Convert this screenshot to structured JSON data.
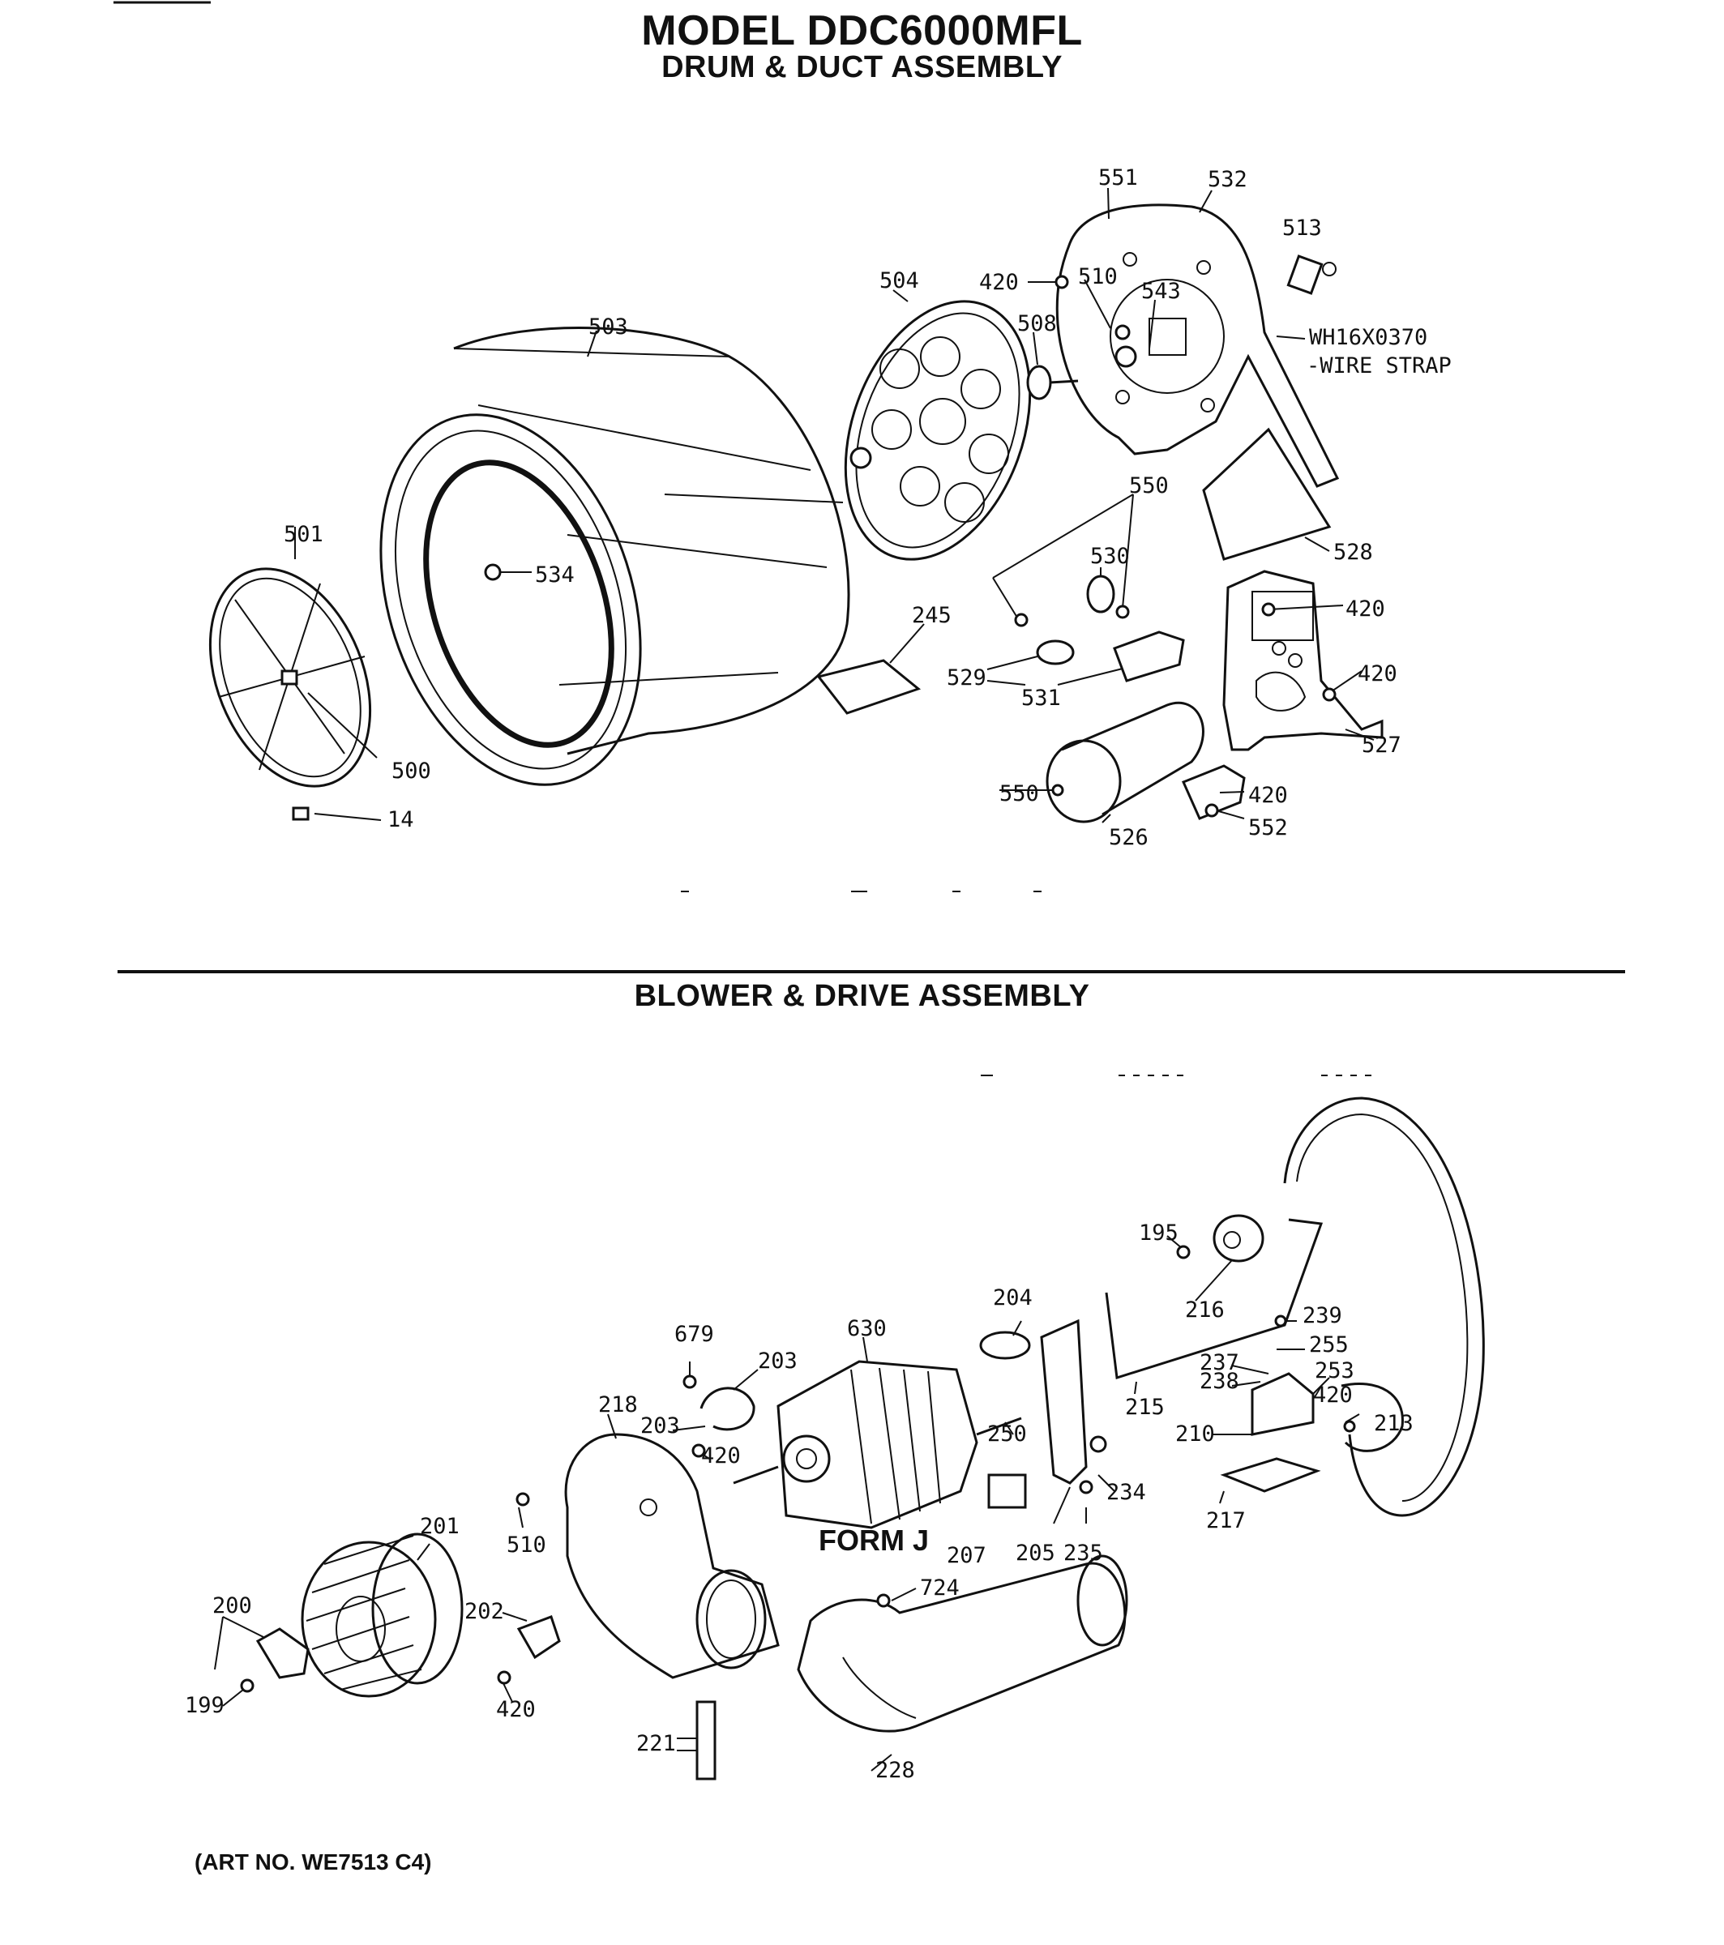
{
  "header": {
    "model": "MODEL DDC6000MFL",
    "drum_section": "DRUM & DUCT ASSEMBLY",
    "blower_section": "BLOWER & DRIVE ASSEMBLY"
  },
  "drum_callouts": [
    "551",
    "532",
    "513",
    "420",
    "510",
    "543",
    "504",
    "508",
    "503",
    "WH16X0370",
    "-WIRE STRAP",
    "550",
    "530",
    "528",
    "501",
    "534",
    "245",
    "420",
    "529",
    "531",
    "420",
    "527",
    "420",
    "552",
    "550",
    "526",
    "500",
    "14"
  ],
  "blower_callouts": [
    "195",
    "216",
    "204",
    "239",
    "255",
    "237",
    "238",
    "253",
    "679",
    "203",
    "630",
    "420",
    "213",
    "218",
    "203",
    "420",
    "210",
    "250",
    "215",
    "234",
    "217",
    "201",
    "510",
    "207",
    "205",
    "235",
    "724",
    "200",
    "202",
    "199",
    "420",
    "221",
    "228"
  ],
  "form_label": "FORM J",
  "footer": {
    "art_no": "(ART NO. WE7513 C4)"
  }
}
